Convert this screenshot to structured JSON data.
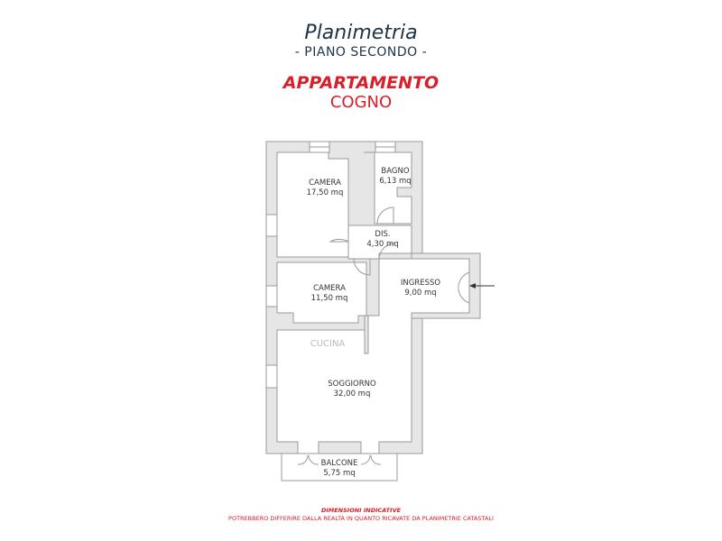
{
  "header": {
    "title": "Planimetria",
    "subtitle": "- PIANO SECONDO -",
    "type": "APPARTAMENTO",
    "name": "COGNO"
  },
  "rooms": [
    {
      "name": "CAMERA",
      "area": "17,50 mq"
    },
    {
      "name": "BAGNO",
      "area": "6,13 mq"
    },
    {
      "name": "DIS.",
      "area": "4,30 mq"
    },
    {
      "name": "CAMERA",
      "area": "11,50 mq"
    },
    {
      "name": "INGRESSO",
      "area": "9,00 mq"
    },
    {
      "name": "CUCINA"
    },
    {
      "name": "SOGGIORNO",
      "area": "32,00 mq"
    },
    {
      "name": "BALCONE",
      "area": "5,75 mq"
    }
  ],
  "footer": {
    "note_title": "DIMENSIONI INDICATIVE",
    "note_text": "POTREBBERO DIFFERIRE DALLA REALTÀ IN QUANTO RICAVATE DA PLANIMETRIE CATASTALI"
  },
  "colors": {
    "accent": "#d6202b",
    "title": "#1f3447",
    "wall": "#e6e6e6",
    "wall_stroke": "#9a9a9a"
  }
}
